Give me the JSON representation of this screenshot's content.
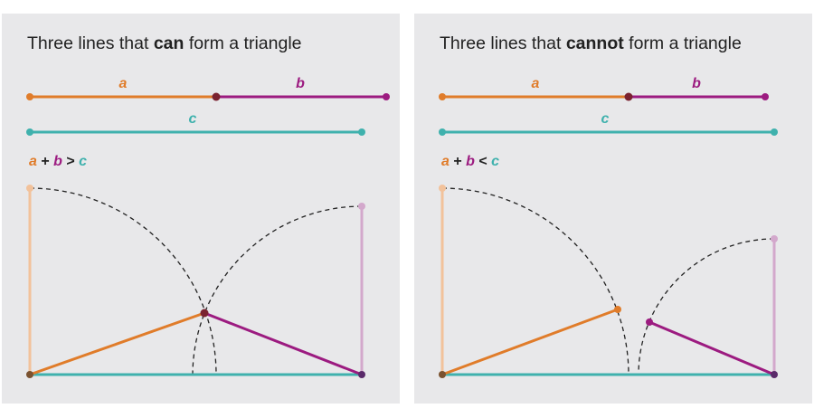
{
  "colors": {
    "a": "#e07c2a",
    "b": "#9c1b80",
    "c": "#3fb1ad",
    "a_faded": "#f2c29b",
    "b_faded": "#d3a8cc",
    "joint": "#7a2230",
    "panel_bg": "#e8e8ea",
    "text": "#222222"
  },
  "panels": [
    {
      "title_pre": "Three lines that ",
      "title_bold": "can",
      "title_post": " form a triangle",
      "label_a": "a",
      "label_b": "b",
      "label_c": "c",
      "cond_a": "a",
      "cond_plus": " + ",
      "cond_b": "b",
      "cond_op": " > ",
      "cond_c": "c"
    },
    {
      "title_pre": "Three lines that ",
      "title_bold": "cannot",
      "title_post": " form a triangle",
      "label_a": "a",
      "label_b": "b",
      "label_c": "c",
      "cond_a": "a",
      "cond_plus": " + ",
      "cond_b": "b",
      "cond_op": " < ",
      "cond_c": "c"
    }
  ]
}
